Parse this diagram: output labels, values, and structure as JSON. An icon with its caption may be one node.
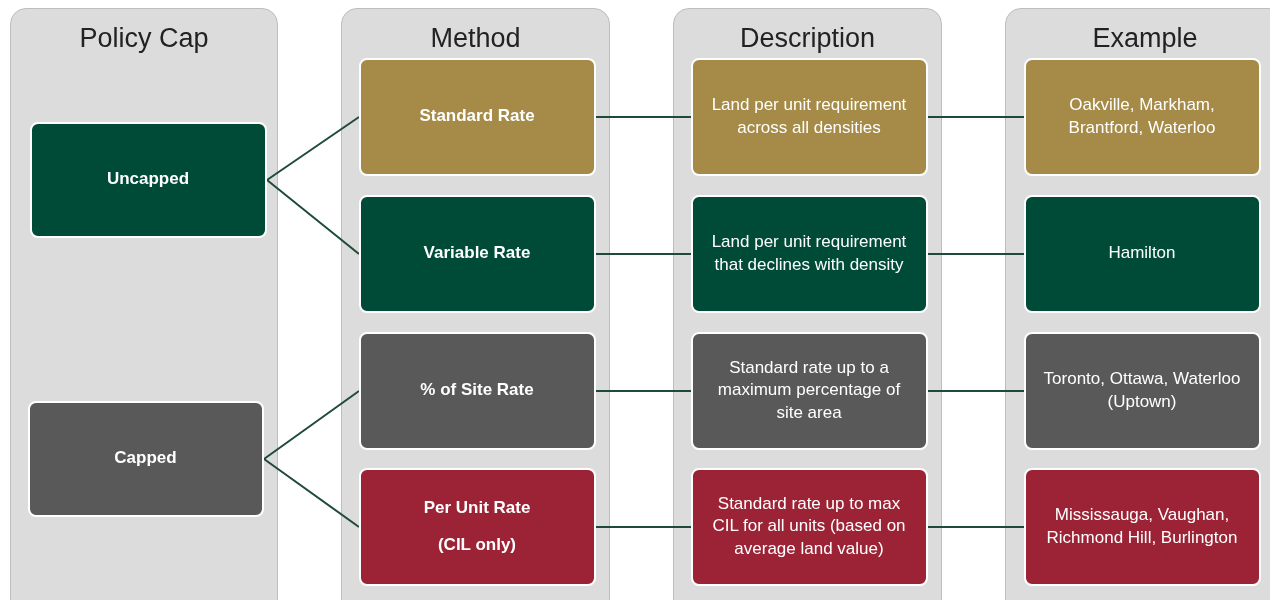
{
  "diagram": {
    "nodes": [
      {
        "text": [
          "Policy Cap"
        ]
      },
      {
        "text": [
          "Uncapped"
        ],
        "in": 0
      },
      {
        "text": [
          "Capped"
        ],
        "in": 0
      },
      {
        "text": [
          "Method"
        ]
      },
      {
        "text": [
          "Standard Rate"
        ],
        "in": 3
      },
      {
        "text": [
          "Variable Rate"
        ],
        "in": 3
      },
      {
        "text": [
          "% of Site Rate"
        ],
        "in": 3
      },
      {
        "text": [
          "Per Unit Rate",
          "(CIL only)"
        ],
        "in": 3
      },
      {
        "text": [
          "Description"
        ]
      },
      {
        "text": [
          "Land per unit requirement across all densities"
        ],
        "in": 8
      },
      {
        "text": [
          "Land per unit requirement that declines with density"
        ],
        "in": 8
      },
      {
        "text": [
          "Standard rate up to a maximum percentage of site area"
        ],
        "in": 8
      },
      {
        "text": [
          "Standard rate up to max CIL for all units (based on average land value)"
        ],
        "in": 8
      },
      {
        "text": [
          "Example"
        ]
      },
      {
        "text": [
          "Oakville, Markham, Brantford, Waterloo"
        ],
        "in": 13
      },
      {
        "text": [
          "Hamilton"
        ],
        "in": 13
      },
      {
        "text": [
          "Toronto, Ottawa, Waterloo (Uptown)"
        ],
        "in": 13
      },
      {
        "text": [
          "Mississauga, Vaughan, Richmond Hill, Burlington"
        ],
        "in": 13
      }
    ],
    "edges": [
      {
        "from": 1,
        "to": 4,
        "arrow": "none"
      },
      {
        "from": 1,
        "to": 5,
        "arrow": "none"
      },
      {
        "from": 2,
        "to": 6,
        "arrow": "none"
      },
      {
        "from": 2,
        "to": 7,
        "arrow": "none"
      },
      {
        "from": 4,
        "to": 9,
        "arrow": "none"
      },
      {
        "from": 5,
        "to": 10,
        "arrow": "none"
      },
      {
        "from": 6,
        "to": 11,
        "arrow": "none"
      },
      {
        "from": 7,
        "to": 12,
        "arrow": "none"
      },
      {
        "from": 9,
        "to": 14,
        "arrow": "none"
      },
      {
        "from": 10,
        "to": 15,
        "arrow": "none"
      },
      {
        "from": 11,
        "to": 16,
        "arrow": "none"
      },
      {
        "from": 12,
        "to": 17,
        "arrow": "none"
      }
    ]
  }
}
